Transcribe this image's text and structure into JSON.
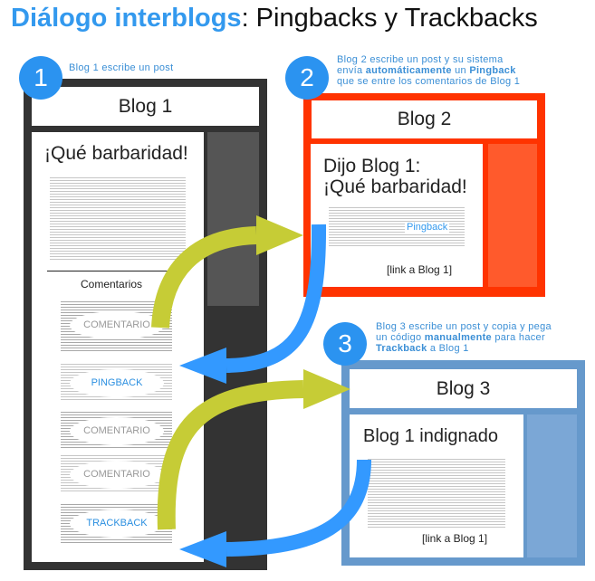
{
  "title": {
    "bold": "Diálogo interblogs",
    "rest": ": Pingbacks y Trackbacks"
  },
  "steps": {
    "one": "1",
    "two": "2",
    "three": "3"
  },
  "notes": {
    "note1": "Blog 1 escribe un post",
    "note2_l1": "Blog 2 escribe un post y su sistema",
    "note2_l2a": "envía ",
    "note2_l2b": "automáticamente",
    "note2_l2c": " un ",
    "note2_l2d": "Pingback",
    "note2_l3": "que se entre los comentarios de Blog 1",
    "note3_l1": "Blog 3 escribe un post y copia y pega",
    "note3_l2a": "un código ",
    "note3_l2b": "manualmente",
    "note3_l2c": " para hacer",
    "note3_l3a": "Trackback",
    "note3_l3b": " a Blog 1"
  },
  "blog1": {
    "name": "Blog 1",
    "post_title": "¡Qué barbaridad!",
    "comments_label": "Comentarios",
    "comments": [
      "COMENTARIO",
      "PINGBACK",
      "COMENTARIO",
      "COMENTARIO",
      "TRACKBACK"
    ]
  },
  "blog2": {
    "name": "Blog 2",
    "post_line1": "Dijo Blog 1:",
    "post_line2": "¡Qué barbaridad!",
    "pingback_label": "Pingback",
    "link": "[link a Blog 1]"
  },
  "blog3": {
    "name": "Blog 3",
    "post_title": "Blog 1 indignado",
    "link": "[link a Blog 1]"
  },
  "colors": {
    "blog1_frame": "#333333",
    "blog2_frame": "#ff3300",
    "blog2_sidebar": "#ff5a2c",
    "blog3_frame": "#6699cc",
    "arrow_yellow": "#c6cc36",
    "arrow_blue": "#3399ff",
    "step_circle": "#2b93f0",
    "accent_text": "#3b8fd6"
  }
}
